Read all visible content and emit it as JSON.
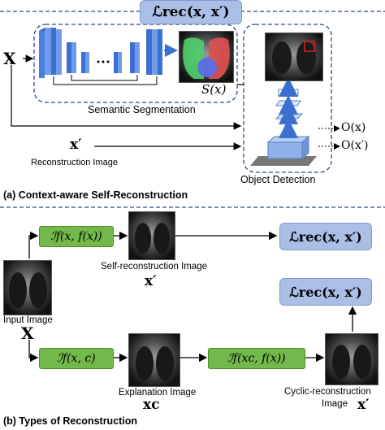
{
  "top_loss": "ℒrec(x, x′)",
  "input_x": "X",
  "seg_map_label": "S(x)",
  "semantic_segmentation": "Semantic Segmentation",
  "x_prime": "x′",
  "reconstruction_image": "Reconstruction Image",
  "object_detection": "Object Detection",
  "output_ox": "O(x)",
  "output_oxp": "O(x′)",
  "section_a": "(a) Context-aware Self-Reconstruction",
  "section_b": "(b) Types of Reconstruction",
  "func_self": "ℐf(x, f(x))",
  "func_expl": "ℐf(x, c)",
  "func_cyclic": "ℐf(xc, f(x))",
  "loss_self": "ℒrec(x, x′)",
  "loss_cyclic": "ℒrec(x, x′)",
  "self_recon_image": "Self-reconstruction Image",
  "self_recon_symbol": "x′",
  "input_image": "Input Image",
  "input_symbol": "X",
  "explanation_image": "Explanation Image",
  "explanation_symbol": "xc",
  "cyclic_recon_image_line1": "Cyclic-reconstruction",
  "cyclic_recon_image_line2": "Image",
  "cyclic_symbol": "x′",
  "colors": {
    "green": "#72b84a",
    "blue_box": "#a9bfe6",
    "dashed_border": "#2c4a86",
    "cnn_blue": "#3b6fd0"
  }
}
